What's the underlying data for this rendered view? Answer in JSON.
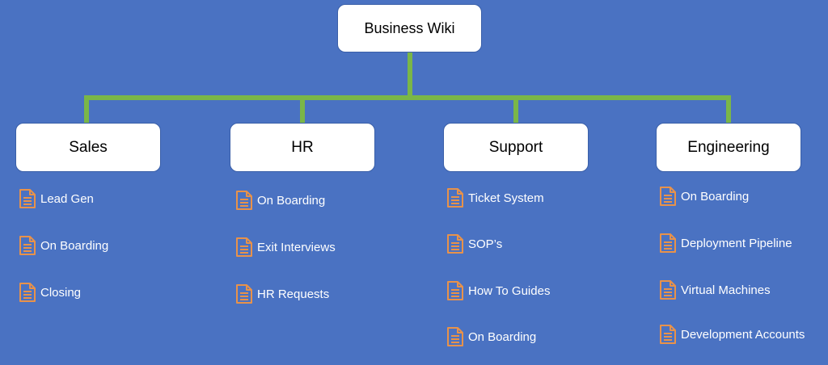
{
  "root": {
    "label": "Business Wiki"
  },
  "departments": [
    {
      "label": "Sales",
      "docs": [
        "Lead Gen",
        "On Boarding",
        "Closing"
      ]
    },
    {
      "label": "HR",
      "docs": [
        "On Boarding",
        "Exit Interviews",
        "HR Requests"
      ]
    },
    {
      "label": "Support",
      "docs": [
        "Ticket System",
        "SOP’s",
        "How To Guides",
        "On Boarding"
      ]
    },
    {
      "label": "Engineering",
      "docs": [
        "On Boarding",
        "Deployment Pipeline",
        "Virtual Machines",
        "Development Accounts"
      ]
    }
  ],
  "colors": {
    "background": "#4a72c2",
    "connector": "#7ab648",
    "box": "#ffffff",
    "doc_icon": "#e8924a",
    "doc_text": "#ffffff"
  },
  "icons": {
    "doc": "document-icon"
  }
}
